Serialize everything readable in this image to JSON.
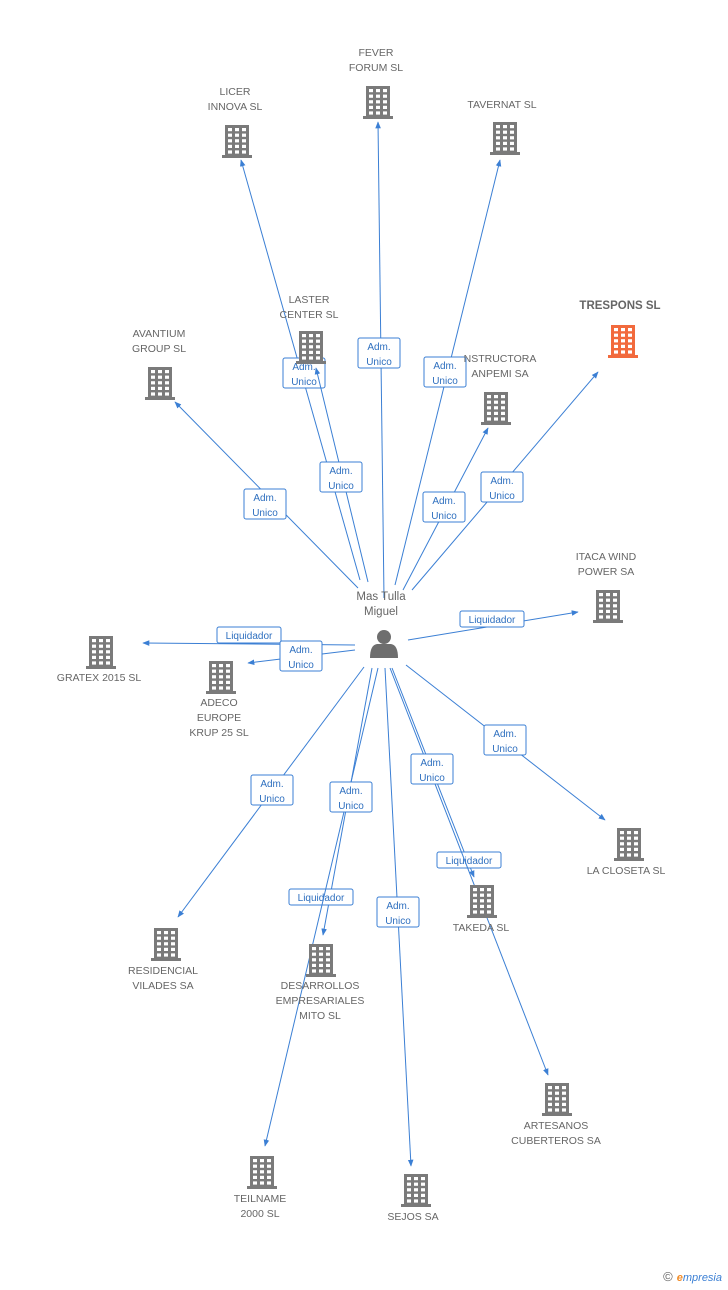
{
  "center": {
    "label": [
      "Mas Tulla",
      "Miguel"
    ]
  },
  "colors": {
    "edge": "#3b7fd4",
    "building": "#7a7a7a",
    "highlight": "#f26a3d"
  },
  "nodes": [
    {
      "id": "fever",
      "label": [
        "FEVER",
        "FORUM SL"
      ]
    },
    {
      "id": "licer",
      "label": [
        "LICER",
        "INNOVA SL"
      ]
    },
    {
      "id": "tavernat",
      "label": [
        "TAVERNAT SL"
      ]
    },
    {
      "id": "laster",
      "label": [
        "LASTER",
        "CENTER SL"
      ]
    },
    {
      "id": "trespons",
      "label": [
        "TRESPONS SL"
      ],
      "highlight": true
    },
    {
      "id": "avantium",
      "label": [
        "AVANTIUM",
        "GROUP SL"
      ]
    },
    {
      "id": "constructora",
      "label": [
        "NSTRUCTORA",
        "ANPEMI SA"
      ]
    },
    {
      "id": "itaca",
      "label": [
        "ITACA WIND",
        "POWER SA"
      ]
    },
    {
      "id": "gratex",
      "label": [
        "GRATEX 2015 SL"
      ]
    },
    {
      "id": "adeco",
      "label": [
        "ADECO",
        "EUROPE",
        "KRUP 25 SL"
      ]
    },
    {
      "id": "closeta",
      "label": [
        "LA CLOSETA SL"
      ]
    },
    {
      "id": "residencial",
      "label": [
        "RESIDENCIAL",
        "VILADES SA"
      ]
    },
    {
      "id": "takeda",
      "label": [
        "TAKEDA SL"
      ]
    },
    {
      "id": "desarrollos",
      "label": [
        "DESARROLLOS",
        "EMPRESARIALES",
        "MITO  SL"
      ]
    },
    {
      "id": "artesanos",
      "label": [
        "ARTESANOS",
        "CUBERTEROS SA"
      ]
    },
    {
      "id": "teilname",
      "label": [
        "TEILNAME",
        "2000 SL"
      ]
    },
    {
      "id": "sejos",
      "label": [
        "SEJOS SA"
      ]
    }
  ],
  "edges": [
    {
      "to": "fever",
      "label": [
        "Adm.",
        "Unico"
      ]
    },
    {
      "to": "licer",
      "label": [
        "Adm.",
        "Unico"
      ]
    },
    {
      "to": "tavernat",
      "label": [
        "Adm.",
        "Unico"
      ]
    },
    {
      "to": "laster",
      "label": [
        "Adm.",
        "Unico"
      ]
    },
    {
      "to": "trespons",
      "label": [
        "Adm.",
        "Unico"
      ]
    },
    {
      "to": "avantium",
      "label": [
        "Adm.",
        "Unico"
      ]
    },
    {
      "to": "constructora",
      "label": [
        "Adm.",
        "Unico"
      ]
    },
    {
      "to": "itaca",
      "label": [
        "Liquidador"
      ]
    },
    {
      "to": "gratex",
      "label": [
        "Liquidador"
      ]
    },
    {
      "to": "adeco",
      "label": [
        "Adm.",
        "Unico"
      ]
    },
    {
      "to": "closeta",
      "label": [
        "Adm.",
        "Unico"
      ]
    },
    {
      "to": "residencial",
      "label": [
        "Adm.",
        "Unico"
      ]
    },
    {
      "to": "takeda",
      "label": [
        "Liquidador"
      ]
    },
    {
      "to": "desarrollos",
      "label": [
        "Liquidador"
      ]
    },
    {
      "to": "artesanos",
      "label": [
        "Adm.",
        "Unico"
      ]
    },
    {
      "to": "teilname",
      "label": [
        "Adm.",
        "Unico"
      ]
    },
    {
      "to": "sejos",
      "label": [
        "Adm.",
        "Unico"
      ]
    }
  ],
  "footer": {
    "copyright": "©",
    "brand_initial": "e",
    "brand_rest": "mpresia"
  }
}
